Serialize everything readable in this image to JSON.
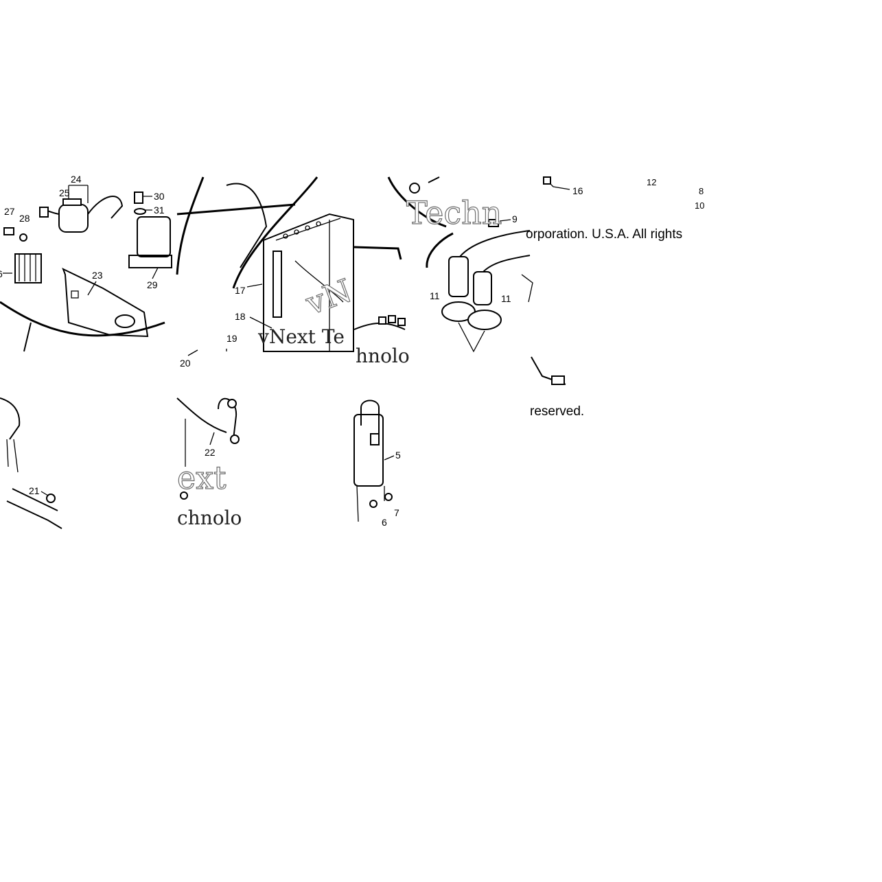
{
  "callouts": {
    "c24": "24",
    "c25": "25",
    "c27": "27",
    "c28": "28",
    "c26": "6",
    "c23": "23",
    "c30": "30",
    "c31": "31",
    "c29": "29",
    "c17": "17",
    "c18": "18",
    "c19": "19",
    "c20": "20",
    "c9": "9",
    "c11a": "11",
    "c11b": "11",
    "c16": "16",
    "c12": "12",
    "c8": "8",
    "c10": "10",
    "c21": "21",
    "c22": "22",
    "c5": "5",
    "c7": "7",
    "c6": "6"
  },
  "copyright": {
    "line1": "orporation. U.S.A. All rights",
    "line2": "reserved."
  },
  "watermark": {
    "w1": "Techn",
    "w2": "vNext Te",
    "w3": "vN",
    "w4": "hnolo",
    "w5": "ext",
    "w6": "chnolo"
  }
}
